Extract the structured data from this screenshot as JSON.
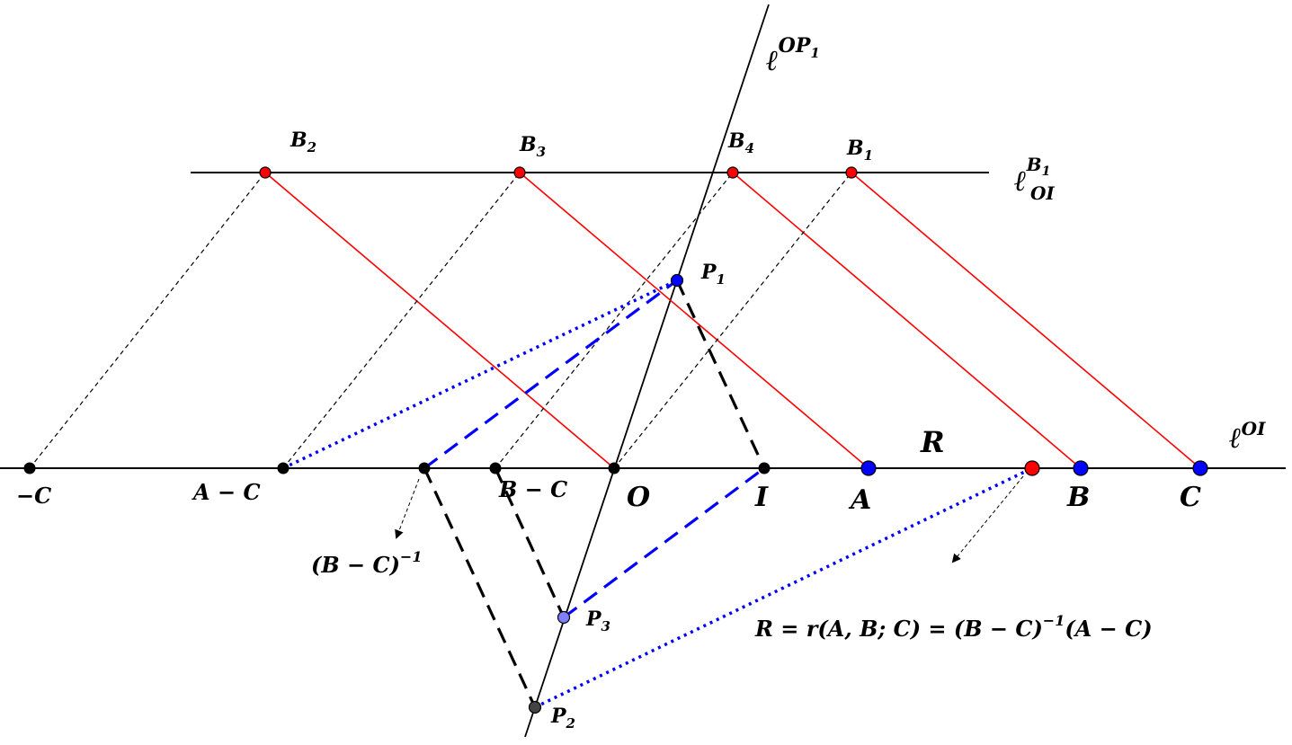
{
  "labels": {
    "l_op1": "ℓ",
    "l_op1_sup": "OP",
    "l_op1_sup_sub": "1",
    "l_oi_b1": "ℓ",
    "l_oi_b1_sup": "B",
    "l_oi_b1_sup_sub": "1",
    "l_oi_b1_sub": "OI",
    "l_oi": "ℓ",
    "l_oi_sup": "OI",
    "B2": "B",
    "B2_sub": "2",
    "B3": "B",
    "B3_sub": "3",
    "B4": "B",
    "B4_sub": "4",
    "B1": "B",
    "B1_sub": "1",
    "P1": "P",
    "P1_sub": "1",
    "P2": "P",
    "P2_sub": "2",
    "P3": "P",
    "P3_sub": "3",
    "neg_C": "−C",
    "A_minus_C": "A − C",
    "B_minus_C": "B − C",
    "inv_BC": "(B − C)",
    "inv_BC_sup": "−1",
    "O": "O",
    "I": "I",
    "A": "A",
    "B": "B",
    "C": "C",
    "R": "R",
    "formula_main": "R = r(A, B; C) = (B − C)",
    "formula_sup": "−1",
    "formula_tail": "(A − C)"
  },
  "colors": {
    "red": "#ff0000",
    "blue": "#0000ff",
    "black": "#000000",
    "light_blue": "#8080ff",
    "dark_gray": "#444444"
  }
}
